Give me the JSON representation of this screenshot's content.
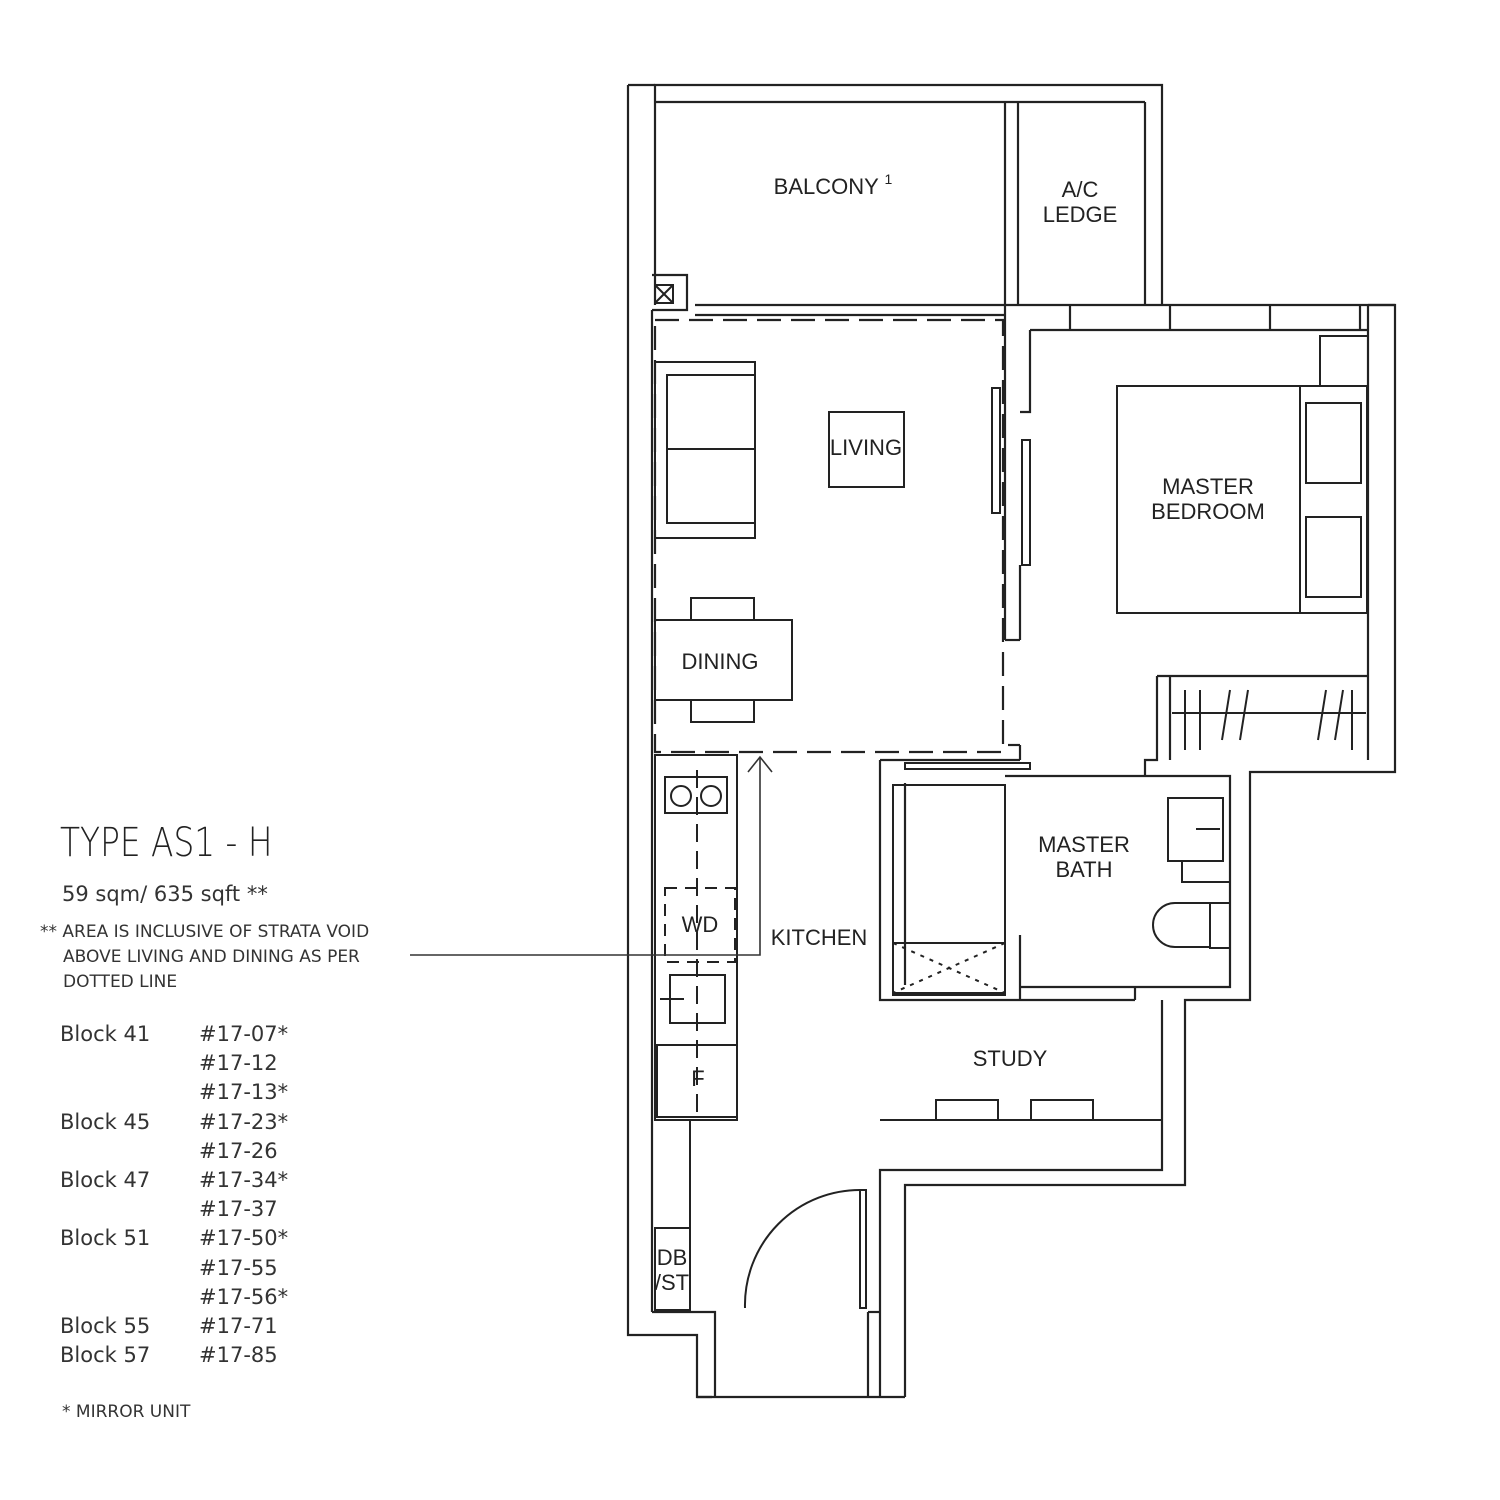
{
  "unit": {
    "type_label": "TYPE AS1 - H",
    "area_text": "59 sqm/ 635 sqft **",
    "area_note": [
      "** AREA IS INCLUSIVE OF STRATA VOID",
      "ABOVE LIVING AND DINING AS PER",
      "DOTTED LINE"
    ],
    "mirror_note": "* MIRROR UNIT"
  },
  "blocks": [
    {
      "block": "Block 41",
      "units": [
        "#17-07*",
        "#17-12",
        "#17-13*"
      ]
    },
    {
      "block": "Block 45",
      "units": [
        "#17-23*",
        "#17-26"
      ]
    },
    {
      "block": "Block 47",
      "units": [
        "#17-34*",
        "#17-37"
      ]
    },
    {
      "block": "Block 51",
      "units": [
        "#17-50*",
        "#17-55",
        "#17-56*"
      ]
    },
    {
      "block": "Block 55",
      "units": [
        "#17-71"
      ]
    },
    {
      "block": "Block 57",
      "units": [
        "#17-85"
      ]
    }
  ],
  "rooms": {
    "balcony": "BALCONY",
    "balcony_sup": "1",
    "ac_ledge_1": "A/C",
    "ac_ledge_2": "LEDGE",
    "living": "LIVING",
    "dining": "DINING",
    "master_bedroom_1": "MASTER",
    "master_bedroom_2": "BEDROOM",
    "master_bath_1": "MASTER",
    "master_bath_2": "BATH",
    "kitchen": "KITCHEN",
    "study": "STUDY",
    "wd": "WD",
    "fridge": "F",
    "db_1": "DB",
    "db_2": "/ST"
  }
}
